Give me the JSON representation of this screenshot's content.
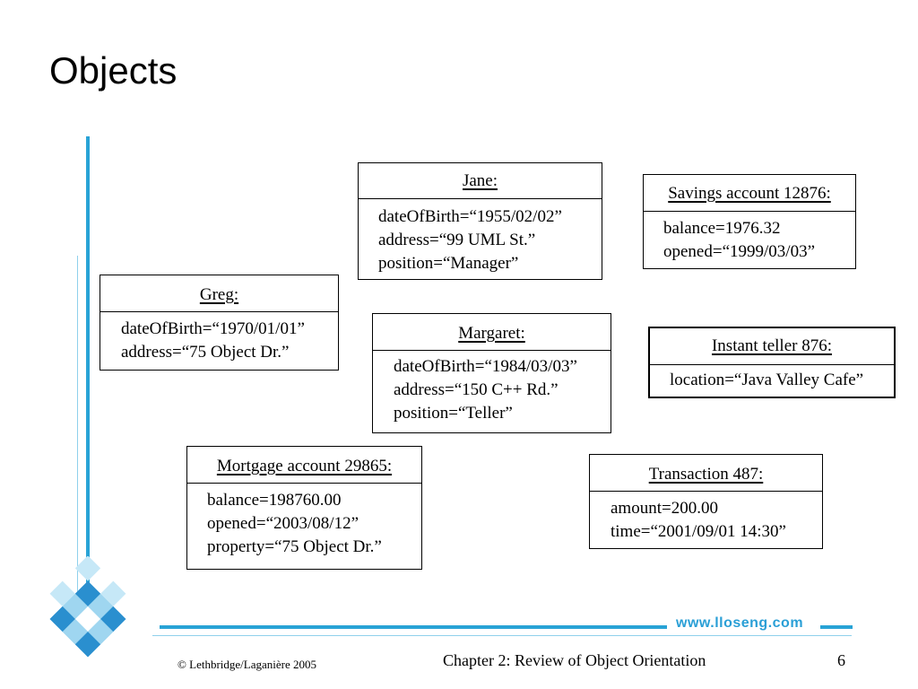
{
  "slide": {
    "title": "Objects",
    "url": "www.lloseng.com",
    "footer_left": "© Lethbridge/Laganière 2005",
    "footer_center": "Chapter 2: Review of Object Orientation",
    "page_number": "6"
  },
  "colors": {
    "accent": "#29a3d6",
    "accent_light": "#8fd0ec"
  },
  "objects": {
    "jane": {
      "name": "Jane:",
      "attributes": [
        "dateOfBirth=“1955/02/02”",
        "address=“99 UML St.”",
        "position=“Manager”"
      ]
    },
    "savings": {
      "name": "Savings account 12876:",
      "attributes": [
        "balance=1976.32",
        "opened=“1999/03/03”"
      ]
    },
    "greg": {
      "name": "Greg:",
      "attributes": [
        "dateOfBirth=“1970/01/01”",
        "address=“75 Object Dr.”"
      ]
    },
    "margaret": {
      "name": "Margaret:",
      "attributes": [
        "dateOfBirth=“1984/03/03”",
        "address=“150 C++ Rd.”",
        "position=“Teller”"
      ]
    },
    "teller": {
      "name": "Instant teller 876:",
      "attributes": [
        "location=“Java Valley Cafe”"
      ]
    },
    "mortgage": {
      "name": "Mortgage account 29865:",
      "attributes": [
        "balance=198760.00",
        "opened=“2003/08/12”",
        "property=“75 Object Dr.”"
      ]
    },
    "transaction": {
      "name": "Transaction 487:",
      "attributes": [
        "amount=200.00",
        "time=“2001/09/01 14:30”"
      ]
    }
  }
}
